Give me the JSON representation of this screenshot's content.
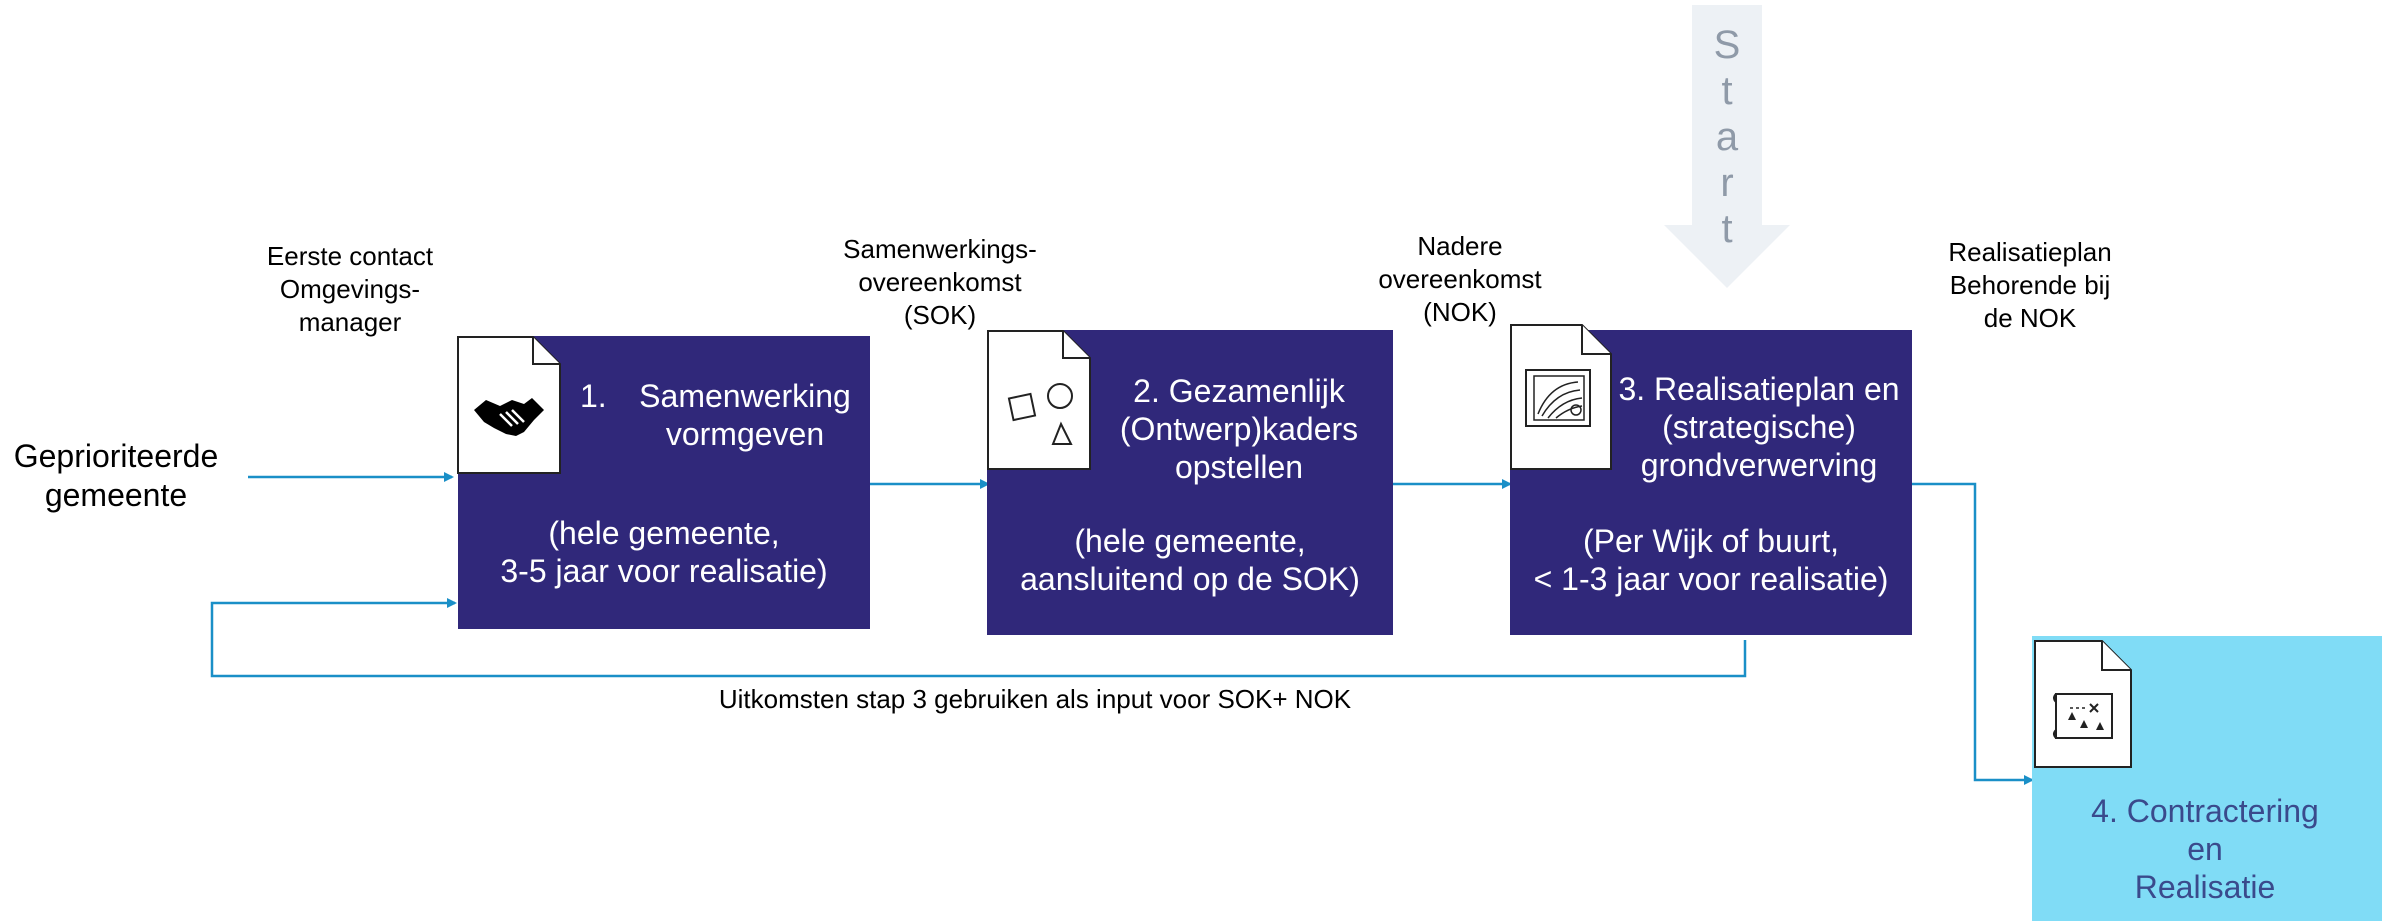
{
  "start": {
    "letters": [
      "S",
      "t",
      "a",
      "r",
      "t"
    ],
    "color": "#edf1f5"
  },
  "input": {
    "text": "Geprioriteerde\ngemeente"
  },
  "labels": {
    "first_contact": "Eerste contact\nOmgevings-\nmanager",
    "sok": "Samenwerkings-\novereenkomst\n(SOK)",
    "nok": "Nadere\novereenkomst\n(NOK)",
    "realisatieplan": "Realisatieplan\nBehorende bij\nde NOK",
    "feedback": "Uitkomsten stap 3 gebruiken als input voor SOK+ NOK"
  },
  "steps": [
    {
      "number": "1.",
      "title": "Samenwerking\nvormgeven",
      "sub": "(hele gemeente,\n3-5 jaar voor realisatie)",
      "icon": "handshake-icon"
    },
    {
      "title": "2. Gezamenlijk\n(Ontwerp)kaders\nopstellen",
      "sub": "(hele gemeente,\naansluitend op de SOK)",
      "icon": "shapes-icon"
    },
    {
      "title": "3. Realisatieplan en\n(strategische)\ngrondverwerving",
      "sub": "(Per Wijk of buurt,\n< 1-3 jaar voor realisatie)",
      "icon": "blueprint-icon"
    },
    {
      "title": "4. Contractering\nen\nRealisatie",
      "icon": "map-icon"
    }
  ],
  "colors": {
    "box": "#30287a",
    "final_box": "#80dcf6",
    "arrow": "#1a8fc7"
  }
}
